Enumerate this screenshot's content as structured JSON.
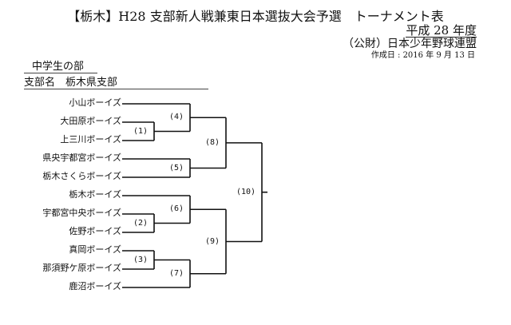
{
  "document": {
    "title": "【栃木】H28 支部新人戦兼東日本選抜大会予選　トーナメント表",
    "year": "平成 28 年度",
    "organization": "（公財）日本少年野球連盟",
    "created": "作成日 : 2016 年 9 月 13 日",
    "division": "中学生の部",
    "branch": "支部名　栃木県支部"
  },
  "bracket": {
    "teams": [
      "小山ボーイズ",
      "大田原ボーイズ",
      "上三川ボーイズ",
      "県央宇都宮ボーイズ",
      "栃木さくらボーイズ",
      "栃木ボーイズ",
      "宇都宮中央ボーイズ",
      "佐野ボーイズ",
      "真岡ボーイズ",
      "那須野ケ原ボーイズ",
      "鹿沼ボーイズ"
    ],
    "matches": [
      {
        "id": "(1)",
        "round": 1,
        "inputs": [
          "team:1",
          "team:2"
        ]
      },
      {
        "id": "(2)",
        "round": 1,
        "inputs": [
          "team:6",
          "team:7"
        ]
      },
      {
        "id": "(3)",
        "round": 1,
        "inputs": [
          "team:8",
          "team:9"
        ]
      },
      {
        "id": "(4)",
        "round": 2,
        "inputs": [
          "team:0",
          "match:0"
        ]
      },
      {
        "id": "(5)",
        "round": 2,
        "inputs": [
          "team:3",
          "team:4"
        ]
      },
      {
        "id": "(6)",
        "round": 2,
        "inputs": [
          "team:5",
          "match:1"
        ]
      },
      {
        "id": "(7)",
        "round": 2,
        "inputs": [
          "match:2",
          "team:10"
        ]
      },
      {
        "id": "(8)",
        "round": 3,
        "inputs": [
          "match:3",
          "match:4"
        ]
      },
      {
        "id": "(9)",
        "round": 3,
        "inputs": [
          "match:5",
          "match:6"
        ]
      },
      {
        "id": "(10)",
        "round": 4,
        "inputs": [
          "match:7",
          "match:8"
        ]
      }
    ]
  }
}
